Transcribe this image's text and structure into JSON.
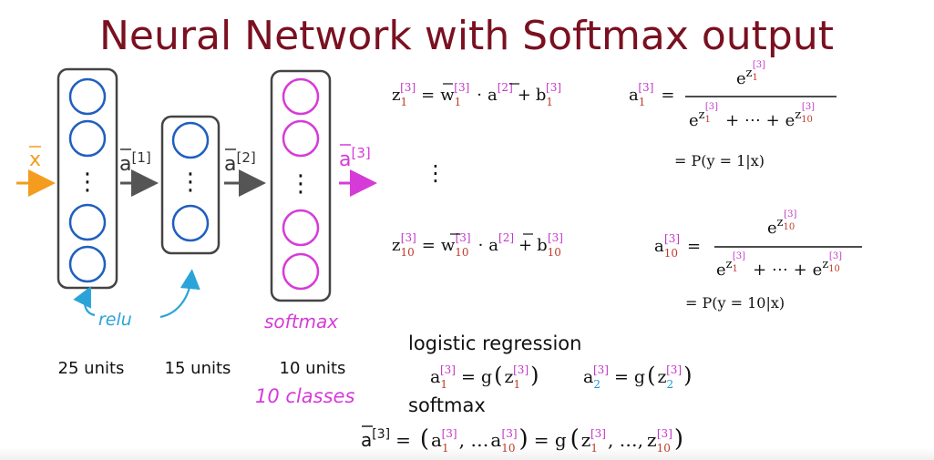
{
  "title": "Neural Network with Softmax output",
  "colors": {
    "title": "#7a1020",
    "unit_blue": "#1f5fbf",
    "unit_magenta": "#d63bd8",
    "input_orange": "#f39c1e",
    "arrow_gray": "#555555",
    "annot_blue": "#2aa3d8",
    "box": "#444444",
    "sub_red": "#c0392b",
    "sub_magenta": "#c238c6",
    "sub_blue": "#1e9ad6"
  },
  "network": {
    "input_label": "x",
    "arrow1_label": "a",
    "arrow1_sup": "[1]",
    "arrow2_label": "a",
    "arrow2_sup": "[2]",
    "output_label": "a",
    "output_sup": "[3]",
    "dots": "⋮",
    "layers": [
      {
        "units": 25,
        "label": "25 units",
        "activation": "relu"
      },
      {
        "units": 15,
        "label": "15 units"
      },
      {
        "units": 10,
        "label": "10 units",
        "activation": "softmax",
        "extra": "10 classes"
      }
    ]
  },
  "equations": {
    "z1": {
      "lhs_var": "z",
      "lhs_sup": "[3]",
      "lhs_sub": "1",
      "eq": "=",
      "w_var": "w",
      "w_sup": "[3]",
      "w_sub": "1",
      "dot": "·",
      "a_var": "a",
      "a_sup": "[2]",
      "plus": "+",
      "b_var": "b",
      "b_sup": "[3]",
      "b_sub": "1"
    },
    "a1": {
      "lhs_var": "a",
      "lhs_sup": "[3]",
      "lhs_sub": "1",
      "eq": "=",
      "num_base": "e",
      "num_var": "z",
      "num_sup": "[3]",
      "num_sub": "1",
      "den_base1": "e",
      "den_var1": "z",
      "den_sup1": "[3]",
      "den_sub1": "1",
      "den_mid": "+ ⋯ +",
      "den_base2": "e",
      "den_var2": "z",
      "den_sup2": "[3]",
      "den_sub2": "10",
      "prob": "= P(y = 1|x)"
    },
    "vdots": "⋮",
    "z10": {
      "lhs_var": "z",
      "lhs_sup": "[3]",
      "lhs_sub": "10",
      "eq": "=",
      "w_var": "w",
      "w_sup": "[3]",
      "w_sub": "10",
      "dot": "·",
      "a_var": "a",
      "a_sup": "[2]",
      "plus": "+",
      "b_var": "b",
      "b_sup": "[3]",
      "b_sub": "10"
    },
    "a10": {
      "lhs_var": "a",
      "lhs_sup": "[3]",
      "lhs_sub": "10",
      "eq": "=",
      "num_base": "e",
      "num_var": "z",
      "num_sup": "[3]",
      "num_sub": "10",
      "den_base1": "e",
      "den_var1": "z",
      "den_sup1": "[3]",
      "den_sub1": "1",
      "den_mid": "+ ⋯ +",
      "den_base2": "e",
      "den_var2": "z",
      "den_sup2": "[3]",
      "den_sub2": "10",
      "prob": "= P(y = 10|x)"
    }
  },
  "logistic": {
    "heading": "logistic regression",
    "a1": {
      "var": "a",
      "sup": "[3]",
      "sub": "1",
      "eq": "= g",
      "arg_var": "z",
      "arg_sup": "[3]",
      "arg_sub": "1"
    },
    "a2": {
      "var": "a",
      "sup": "[3]",
      "sub": "2",
      "eq": "= g",
      "arg_var": "z",
      "arg_sup": "[3]",
      "arg_sub": "2"
    }
  },
  "softmax_eq": {
    "heading": "softmax",
    "lhs_var": "a",
    "lhs_sup": "[3]",
    "eq": "=",
    "t1_var": "a",
    "t1_sup": "[3]",
    "t1_sub": "1",
    "ellipsis": ", …",
    "t2_var": "a",
    "t2_sup": "[3]",
    "t2_sub": "10",
    "eq2": "= g",
    "u1_var": "z",
    "u1_sup": "[3]",
    "u1_sub": "1",
    "mid": ", …,",
    "u2_var": "z",
    "u2_sup": "[3]",
    "u2_sub": "10"
  }
}
